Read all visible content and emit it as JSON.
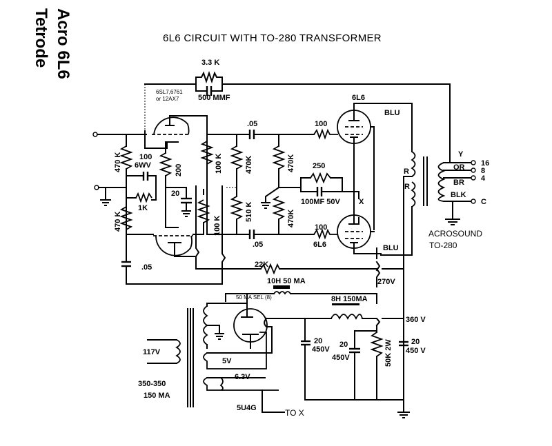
{
  "side_title": {
    "line1": "Acro 6L6",
    "line2": "Tetrode"
  },
  "title": "6L6 CIRCUIT WITH TO-280 TRANSFORMER",
  "feedback": {
    "resistor": "3.3 K",
    "capacitor": "500 MMF"
  },
  "driver_tube": {
    "line1": "6SL7,6761",
    "line2": "or 12AX7"
  },
  "input_stage": {
    "r_top": "470 K",
    "r_bottom": "470 K",
    "cathode_cap_value": "100",
    "cathode_cap_rating": "6WV",
    "cathode_res": "1K",
    "res_200": "200",
    "cap_20": "20",
    "plate_res_top": "100 K",
    "plate_res_bottom": "100 K",
    "cap_05_bottom": ".05"
  },
  "phase_inverter": {
    "coupling_top": ".05",
    "coupling_bottom": ".05",
    "grid_res_1": "470K",
    "grid_res_2": "470K",
    "grid_res_3": "510 K",
    "grid_res_4": "470K",
    "bias_res": "250",
    "bias_cap": "100MF 50V",
    "bias_tap": "X"
  },
  "output_tubes": {
    "upper_label": "6L6",
    "upper_grid_res": "100",
    "lower_label": "6L6",
    "lower_grid_res": "100",
    "lead_upper": "BLU",
    "lead_lower": "BLU",
    "tap_r1": "R",
    "tap_r2": "R"
  },
  "output_transformer": {
    "feedback_tap": "Y",
    "leads": [
      "OR",
      "BR",
      "BLK"
    ],
    "taps": [
      "16",
      "8",
      "4",
      "C"
    ],
    "name_line1": "ACROSOUND",
    "name_line2": "TO-280"
  },
  "power_supply": {
    "feedback_res": "22K",
    "choke_1": "10H 50 MA",
    "choke_1_note": "50 MA SEL (8)",
    "choke_2": "8H 150MA",
    "b_plus_1": "270V",
    "b_plus_2": "360 V",
    "filter_cap_1_value": "20",
    "filter_cap_1_rating": "450V",
    "filter_cap_2_value": "20",
    "filter_cap_2_rating": "450V",
    "filter_cap_3_value": "20",
    "filter_cap_3_rating": "450 V",
    "bleeder_res": "50K 2W",
    "mains": "117V",
    "ht_winding": "350-350",
    "ht_current": "150 MA",
    "rect_fil": "5V",
    "heater": "6.3V",
    "rectifier": "5U4G",
    "to_x": "TO X"
  }
}
